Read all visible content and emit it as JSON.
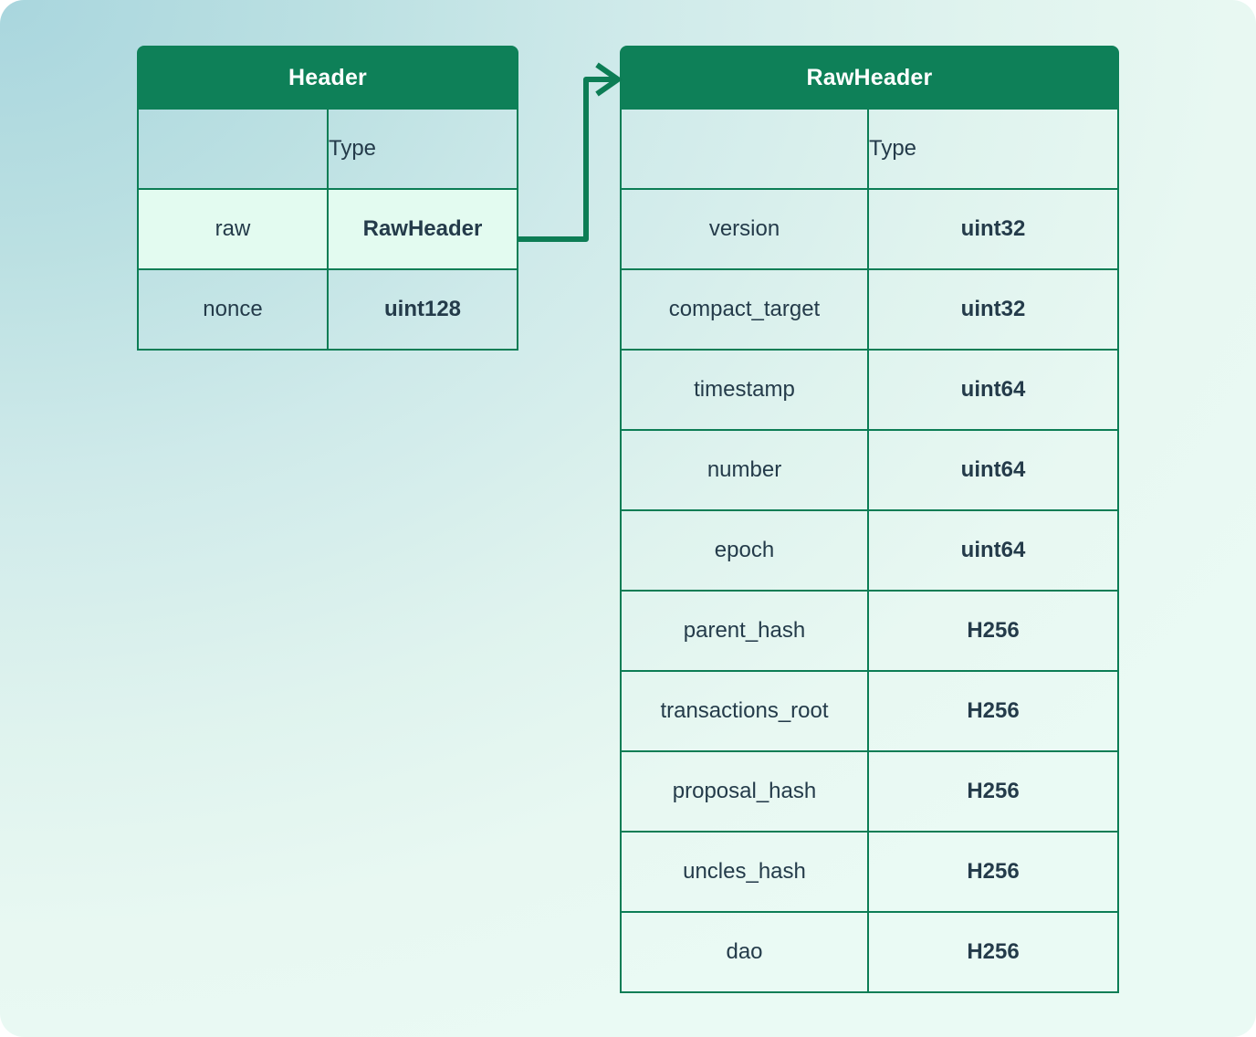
{
  "theme": {
    "header_green": "#0e8058",
    "border_green": "#0c7d55",
    "text_dark": "#243b4a",
    "highlight_row": "#e3fbf0",
    "background_from": "#a9d6de",
    "background_to": "#eafaf4",
    "connector_color": "#0c7d55"
  },
  "diagram": {
    "type": "entity-relationship",
    "column_header_label": "Type",
    "entities": [
      {
        "title": "Header",
        "columns": [
          "",
          "Type"
        ],
        "fields": [
          {
            "name": "raw",
            "type": "RawHeader",
            "highlighted": true
          },
          {
            "name": "nonce",
            "type": "uint128",
            "highlighted": false
          }
        ]
      },
      {
        "title": "RawHeader",
        "columns": [
          "",
          "Type"
        ],
        "fields": [
          {
            "name": "version",
            "type": "uint32",
            "highlighted": false
          },
          {
            "name": "compact_target",
            "type": "uint32",
            "highlighted": false
          },
          {
            "name": "timestamp",
            "type": "uint64",
            "highlighted": false
          },
          {
            "name": "number",
            "type": "uint64",
            "highlighted": false
          },
          {
            "name": "epoch",
            "type": "uint64",
            "highlighted": false
          },
          {
            "name": "parent_hash",
            "type": "H256",
            "highlighted": false
          },
          {
            "name": "transactions_root",
            "type": "H256",
            "highlighted": false
          },
          {
            "name": "proposal_hash",
            "type": "H256",
            "highlighted": false
          },
          {
            "name": "uncles_hash",
            "type": "H256",
            "highlighted": false
          },
          {
            "name": "dao",
            "type": "H256",
            "highlighted": false
          }
        ]
      }
    ],
    "relations": [
      {
        "from_entity": "Header",
        "from_field": "raw",
        "to_entity": "RawHeader",
        "arrow": "open-arrow-right"
      }
    ]
  }
}
